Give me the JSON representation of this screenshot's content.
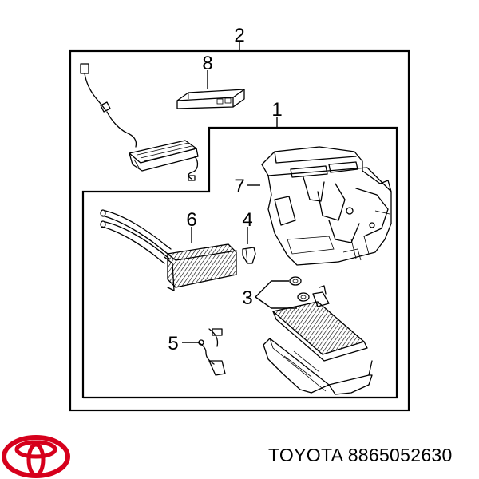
{
  "callouts": {
    "c1": "1",
    "c2": "2",
    "c3": "3",
    "c4": "4",
    "c5": "5",
    "c6": "6",
    "c7": "7",
    "c8": "8"
  },
  "footer": {
    "brand": "TOYOTA",
    "part_number": "8865052630"
  },
  "icons": {
    "logo": "toyota-logo-icon"
  },
  "colors": {
    "ink": "#000000",
    "logo_red": "#d6001c"
  }
}
